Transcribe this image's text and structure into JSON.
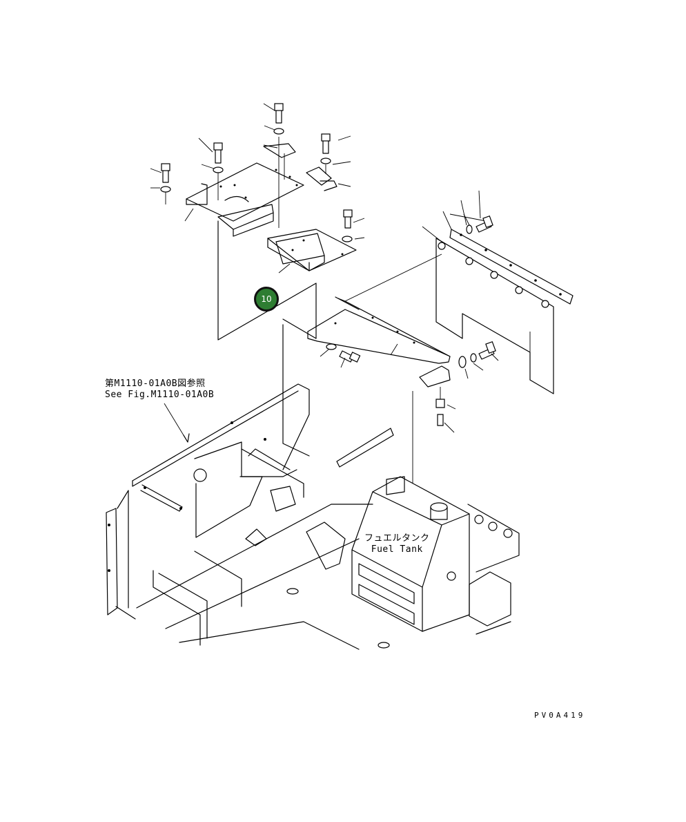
{
  "diagram": {
    "callouts": [
      {
        "label": "10",
        "color": "#2e7d32"
      }
    ],
    "reference_note": {
      "line_jp": "第M1110-01A0B図参照",
      "line_en": "See Fig.M1110-01A0B"
    },
    "tank_label": {
      "line_jp": "フュエルタンク",
      "line_en": "Fuel Tank"
    },
    "drawing_code": "PV0A419"
  }
}
